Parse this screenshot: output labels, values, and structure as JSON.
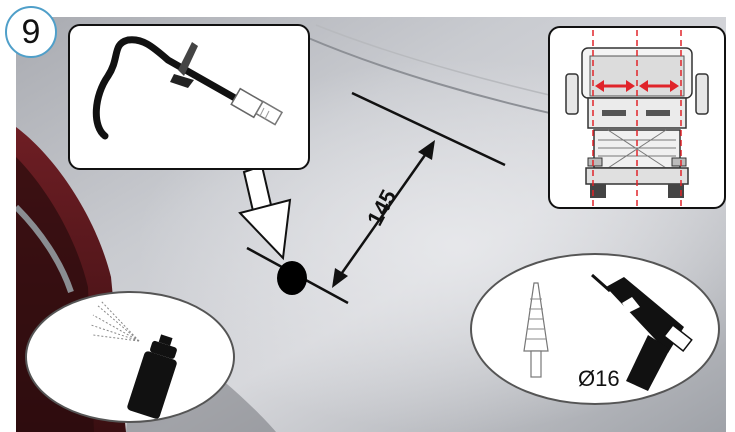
{
  "step": {
    "number": "9"
  },
  "dimension": {
    "value": "145"
  },
  "drill": {
    "diameter": "Ø16"
  },
  "colors": {
    "badge_border": "#4f9fc9",
    "guide_lines": "#e0242a",
    "outline": "#111111",
    "hole": "#000000"
  },
  "icons": [
    "step-badge",
    "cable-grommet-icon",
    "truck-front-icon",
    "spray-can-icon",
    "step-drill-bit-icon",
    "power-drill-icon",
    "arrow-down-icon",
    "hole-marker"
  ]
}
